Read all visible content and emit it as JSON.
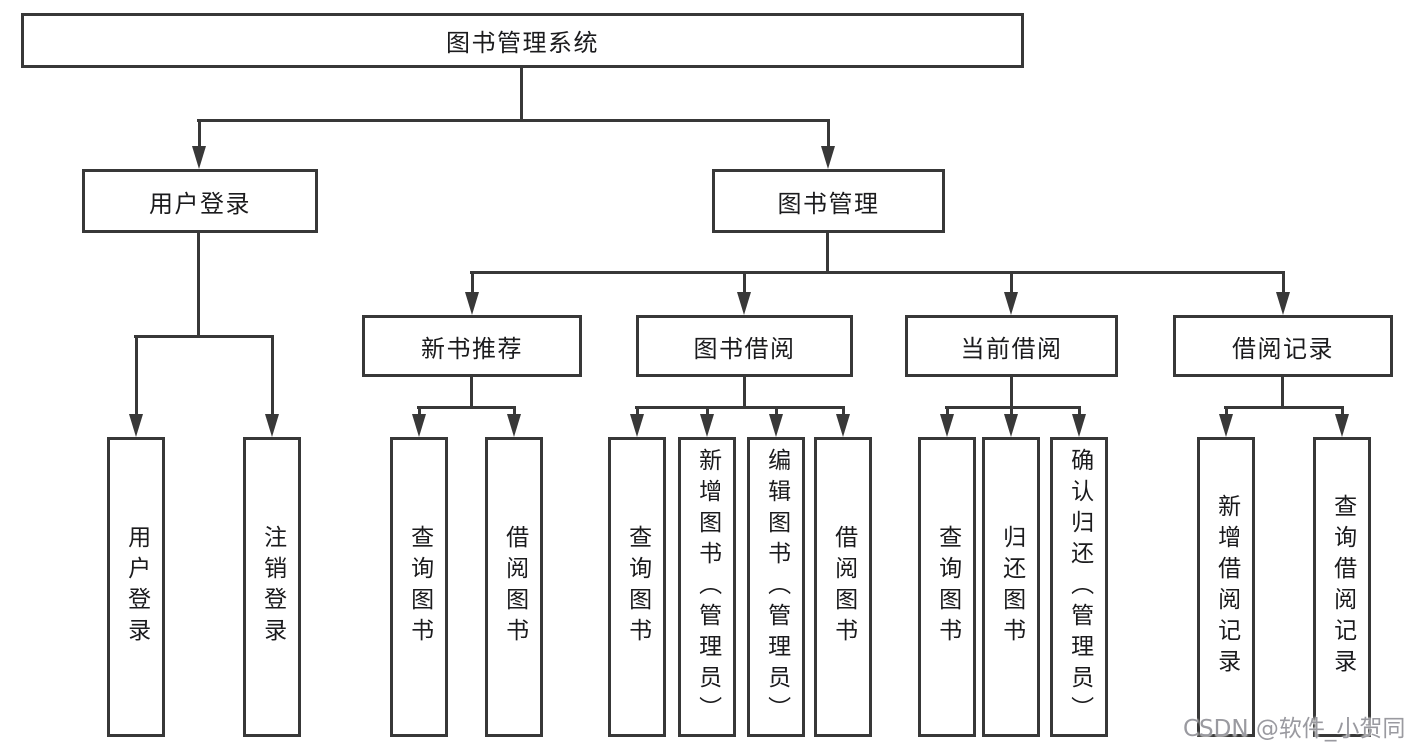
{
  "tree": {
    "label": "图书管理系统",
    "children": [
      {
        "label": "用户登录",
        "children": [
          {
            "label": "用户登录"
          },
          {
            "label": "注销登录"
          }
        ]
      },
      {
        "label": "图书管理",
        "children": [
          {
            "label": "新书推荐",
            "children": [
              {
                "label": "查询图书"
              },
              {
                "label": "借阅图书"
              }
            ]
          },
          {
            "label": "图书借阅",
            "children": [
              {
                "label": "查询图书"
              },
              {
                "label": "新增图书（管理员）"
              },
              {
                "label": "编辑图书（管理员）"
              },
              {
                "label": "借阅图书"
              }
            ]
          },
          {
            "label": "当前借阅",
            "children": [
              {
                "label": "查询图书"
              },
              {
                "label": "归还图书"
              },
              {
                "label": "确认归还（管理员）"
              }
            ]
          },
          {
            "label": "借阅记录",
            "children": [
              {
                "label": "新增借阅记录"
              },
              {
                "label": "查询借阅记录"
              }
            ]
          }
        ]
      }
    ]
  },
  "watermark": "CSDN @软件_小贺同学",
  "colors": {
    "line": "#383838",
    "text": "#1b1b1d",
    "watermark": "#9a9aa0",
    "background": "#ffffff"
  }
}
